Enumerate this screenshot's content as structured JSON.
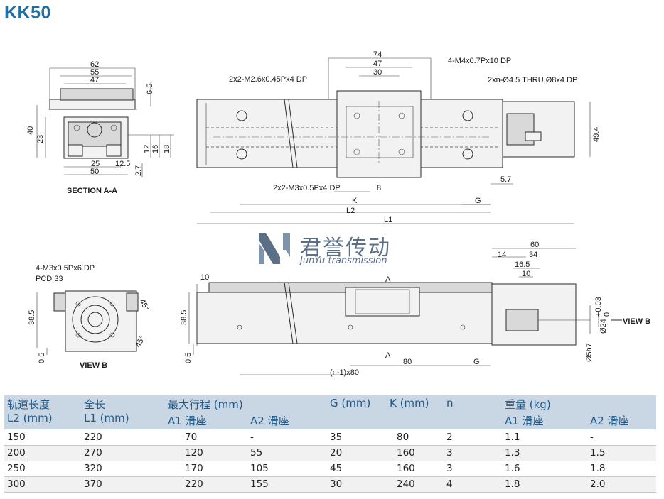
{
  "title": "KK50",
  "drawing": {
    "section_label": "SECTION A-A",
    "view_b_label": "VIEW B",
    "view_b_arrow_label": "VIEW B",
    "notes": {
      "m26": "2x2-M2.6x0.45Px4 DP",
      "m4": "4-M4x0.7Px10 DP",
      "thru": "2xn-Ø4.5 THRU,Ø8x4 DP",
      "m3_top": "2x2-M3x0.5Px4 DP",
      "m3_viewb": "4-M3x0.5Px6 DP",
      "pcd": "PCD 33"
    },
    "dims": {
      "d62": "62",
      "d55": "55",
      "d47a": "47",
      "d6_5": "6.5",
      "d40": "40",
      "d23": "23",
      "d12": "12",
      "d16": "16",
      "d18": "18",
      "d25": "25",
      "d12_5": "12.5",
      "d50": "50",
      "d2_7": "2.7",
      "d74": "74",
      "d47b": "47",
      "d30": "30",
      "d49_4": "49.4",
      "d5_7": "5.7",
      "d8": "8",
      "K": "K",
      "G": "G",
      "L2": "L2",
      "L1": "L1",
      "d45a": "45°",
      "d45b": "45°",
      "d38_5a": "38.5",
      "d0_5a": "0.5",
      "d10a": "10",
      "d38_5b": "38.5",
      "d0_5b": "0.5",
      "A1": "A",
      "A2": "A",
      "d80": "80",
      "G2": "G",
      "n1x80": "(n-1)x80",
      "d60": "60",
      "d14": "14",
      "d34": "34",
      "d16_5": "16.5",
      "d10b": "10",
      "phi24": "Ø24",
      "tol_up": "+0.03",
      "tol_lo": "0",
      "phi5h7": "Ø5h7"
    }
  },
  "watermark": {
    "cn": "君誉传动",
    "en": "JunYu transmission"
  },
  "table": {
    "headers": {
      "l2": "轨道长度",
      "l2_unit": "L2 (mm)",
      "l1": "全长",
      "l1_unit": "L1 (mm)",
      "stroke": "最大行程 (mm)",
      "a1": "A1 滑座",
      "a2": "A2 滑座",
      "g": "G (mm)",
      "k": "K (mm)",
      "n": "n",
      "weight": "重量 (kg)",
      "wa1": "A1 滑座",
      "wa2": "A2 滑座"
    },
    "rows": [
      [
        "150",
        "220",
        "70",
        "-",
        "35",
        "80",
        "2",
        "1.1",
        "-"
      ],
      [
        "200",
        "270",
        "120",
        "55",
        "20",
        "160",
        "3",
        "1.3",
        "1.5"
      ],
      [
        "250",
        "320",
        "170",
        "105",
        "45",
        "160",
        "3",
        "1.6",
        "1.8"
      ],
      [
        "300",
        "370",
        "220",
        "155",
        "30",
        "240",
        "4",
        "1.8",
        "2.0"
      ]
    ]
  }
}
